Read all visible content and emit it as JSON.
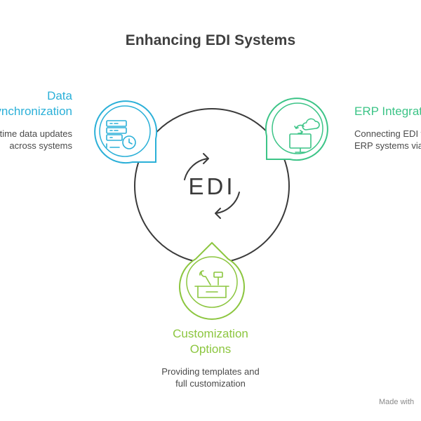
{
  "title": "Enhancing EDI Systems",
  "center": {
    "label": "EDI"
  },
  "items": [
    {
      "heading_lines": [
        "Data",
        "Synchronization"
      ],
      "description_lines": [
        "Real-time data updates",
        "across systems"
      ],
      "color": "#2bb0d8",
      "icon": "database-clock-icon"
    },
    {
      "heading_lines": [
        "ERP Integration"
      ],
      "description_lines": [
        "Connecting EDI with",
        "ERP systems via API"
      ],
      "color": "#3cc487",
      "icon": "cloud-monitor-sync-icon"
    },
    {
      "heading_lines": [
        "Customization",
        "Options"
      ],
      "description_lines": [
        "Providing templates and",
        "full customization"
      ],
      "color": "#8cc63f",
      "icon": "toolbox-icon"
    }
  ],
  "footer": {
    "text": "Made with"
  },
  "colors": {
    "ring": "#3a3a3a",
    "title": "#3f3f3f",
    "text": "#4a4a4a"
  }
}
